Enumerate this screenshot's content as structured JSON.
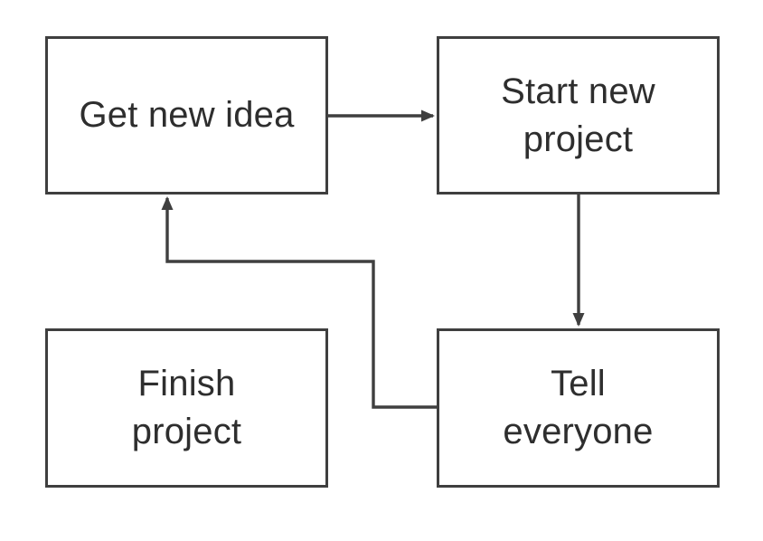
{
  "diagram": {
    "type": "flowchart",
    "colors": {
      "line": "#3f3f3f",
      "text": "#2e2e2e",
      "node_fill": "#ffffff",
      "background": "#ffffff"
    },
    "nodes": {
      "get_new_idea": {
        "label": "Get new idea"
      },
      "start_new_project": {
        "label": "Start new\nproject"
      },
      "finish_project": {
        "label": "Finish\nproject"
      },
      "tell_everyone": {
        "label": "Tell\neveryone"
      }
    },
    "edges": [
      {
        "from": "get_new_idea",
        "to": "start_new_project"
      },
      {
        "from": "start_new_project",
        "to": "tell_everyone"
      },
      {
        "from": "tell_everyone",
        "to": "get_new_idea"
      }
    ]
  }
}
